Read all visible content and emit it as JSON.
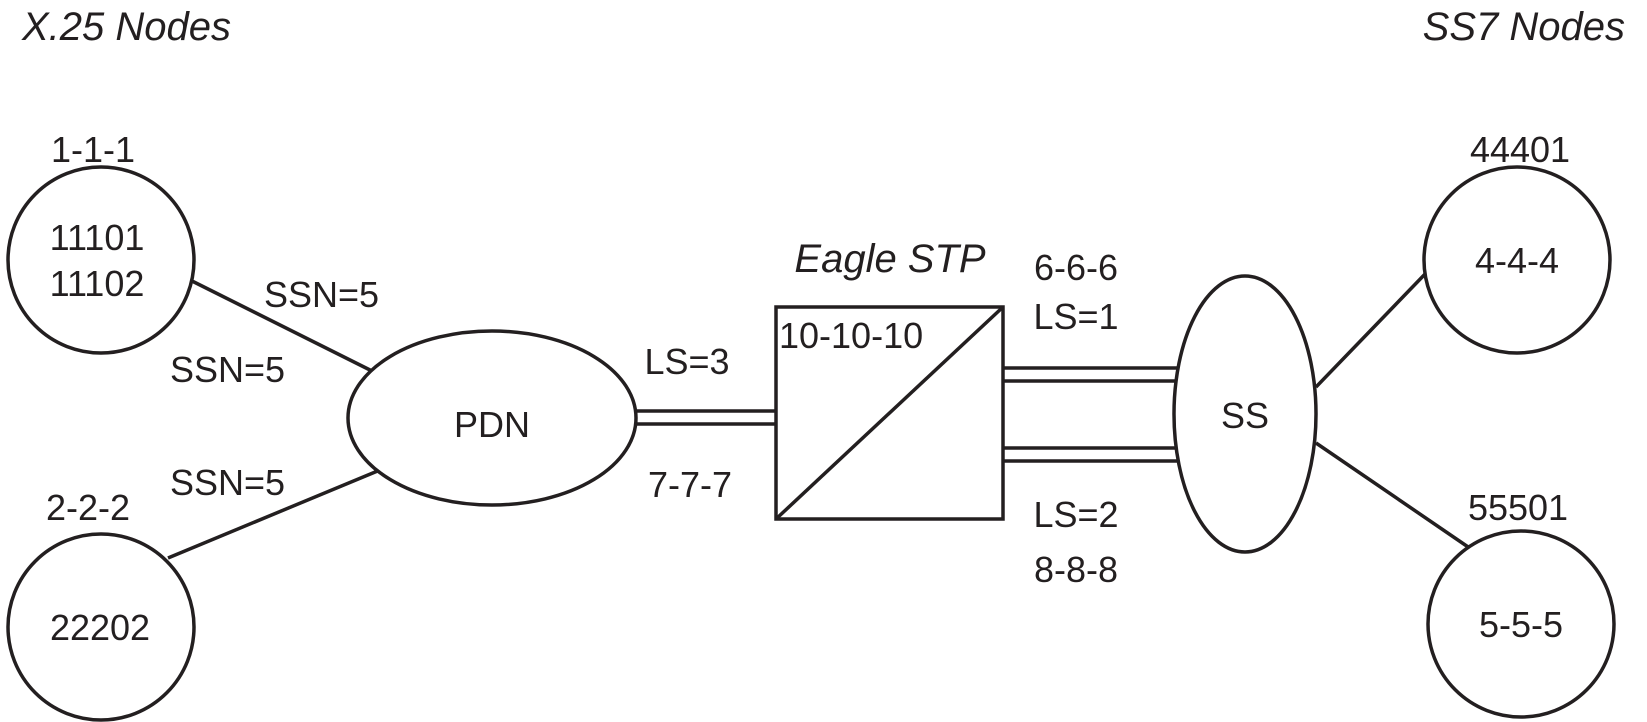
{
  "headers": {
    "x25": "X.25 Nodes",
    "ss7": "SS7 Nodes"
  },
  "x25_nodes": {
    "node1": {
      "point_code": "1-1-1",
      "lines": [
        "11101",
        "11102"
      ]
    },
    "node2": {
      "point_code": "2-2-2",
      "lines": [
        "22202"
      ]
    }
  },
  "pdn": {
    "label": "PDN"
  },
  "ssn_labels": [
    "SSN=5",
    "SSN=5",
    "SSN=5"
  ],
  "pdn_link": {
    "ls": "LS=3",
    "point_code": "7-7-7"
  },
  "stp": {
    "title": "Eagle STP",
    "point_code": "10-10-10"
  },
  "upper_link": {
    "point_code": "6-6-6",
    "ls": "LS=1"
  },
  "lower_link": {
    "ls": "LS=2",
    "point_code": "8-8-8"
  },
  "ss": {
    "label": "SS"
  },
  "ss7_nodes": {
    "node4": {
      "number": "44401",
      "point_code": "4-4-4"
    },
    "node5": {
      "number": "55501",
      "point_code": "5-5-5"
    }
  }
}
